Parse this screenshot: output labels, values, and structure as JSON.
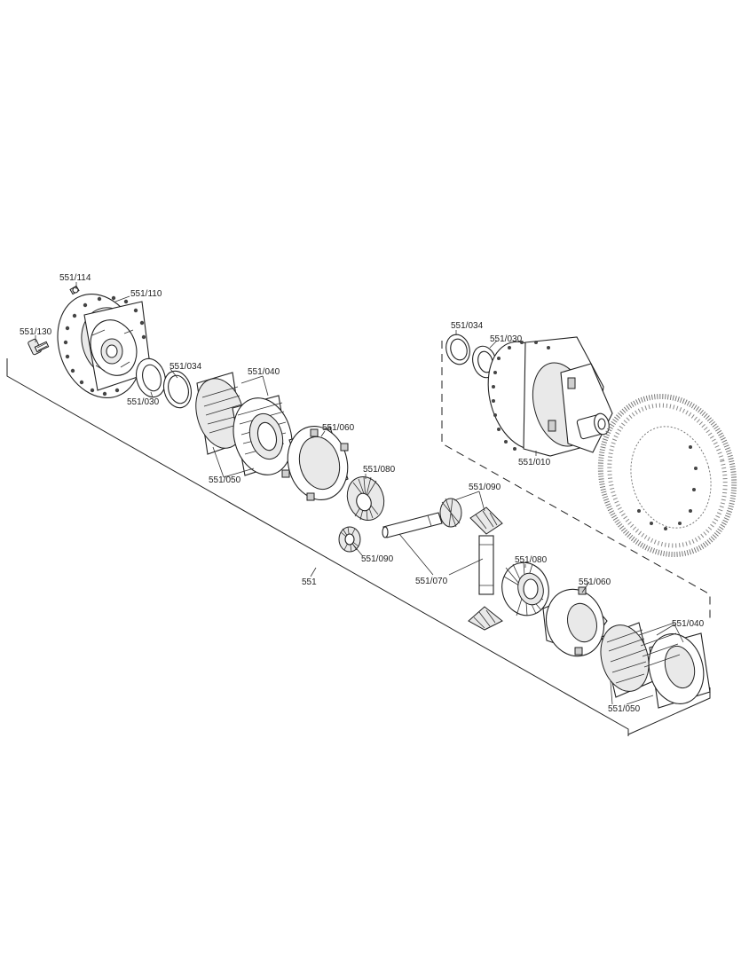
{
  "labels": {
    "bolt_small": "551/114",
    "flange_housing": "551/110",
    "bolt": "551/130",
    "shim_left_034": "551/034",
    "washer_left_030": "551/030",
    "disc_left_040": "551/040",
    "disc_left_050": "551/050",
    "ring_left_060": "551/060",
    "gear_left_080": "551/080",
    "pinion_left_090": "551/090",
    "assembly": "551",
    "pinion_top_090": "551/090",
    "shaft_070": "551/070",
    "shim_right_034": "551/034",
    "washer_right_030": "551/030",
    "housing_010": "551/010",
    "gear_right_080": "551/080",
    "ring_right_060": "551/060",
    "disc_right_040": "551/040",
    "disc_right_050": "551/050"
  }
}
